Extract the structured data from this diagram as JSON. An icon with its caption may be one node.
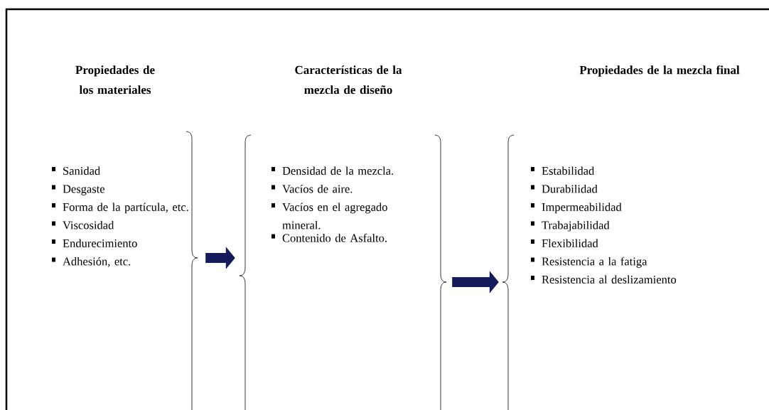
{
  "diagram": {
    "nodes": [
      {
        "text": [
          "Propiedades de los materiales",
          "Sanidad",
          "Desgaste",
          "Forma de la partícula, etc.",
          "Viscosidad",
          "Endurecimiento",
          "Adhesión, etc."
        ]
      },
      {
        "text": [
          "Características de la mezcla de diseño",
          "Densidad de la mezcla.",
          "Vacíos de aire.",
          "Vacíos en el agregado mineral.",
          "Contenido de Asfalto."
        ]
      },
      {
        "text": [
          "Propiedades de la mezcla final",
          "Estabilidad",
          "Durabilidad",
          "Impermeabilidad",
          "Trabajabilidad",
          "Flexibilidad",
          "Resistencia a la fatiga",
          "Resistencia al deslizamiento"
        ]
      }
    ],
    "edges": [
      {
        "from": 0,
        "to": 1,
        "arrow": "to"
      },
      {
        "from": 1,
        "to": 2,
        "arrow": "to"
      }
    ]
  }
}
